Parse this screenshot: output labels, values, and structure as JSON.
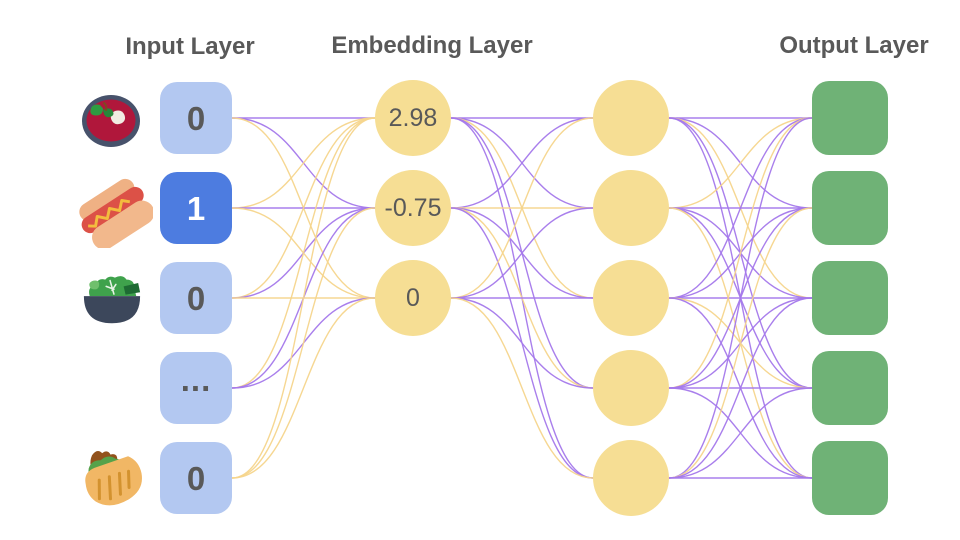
{
  "diagram": {
    "input": {
      "title": "Input Layer",
      "nodes": [
        {
          "label": "0",
          "icon": "borscht-icon",
          "active": false
        },
        {
          "label": "1",
          "icon": "hotdog-icon",
          "active": true
        },
        {
          "label": "0",
          "icon": "salad-icon",
          "active": false
        },
        {
          "label": "...",
          "icon": null,
          "active": false
        },
        {
          "label": "0",
          "icon": "pita-icon",
          "active": false
        }
      ]
    },
    "embedding": {
      "title": "Embedding Layer",
      "nodes": [
        {
          "label": "2.98"
        },
        {
          "label": "-0.75"
        },
        {
          "label": "0"
        }
      ]
    },
    "hidden": {
      "node_count": 5
    },
    "output": {
      "title": "Output Layer",
      "node_count": 5
    },
    "edges": {
      "input_to_embedding": [
        [
          "p",
          "p",
          "y"
        ],
        [
          "y",
          "p",
          "y"
        ],
        [
          "y",
          "p",
          "y"
        ],
        [
          "y",
          "p",
          "p"
        ],
        [
          "y",
          "y",
          "y"
        ]
      ],
      "embedding_to_hidden": [
        [
          "p",
          "p",
          "y",
          "p",
          "p"
        ],
        [
          "p",
          "y",
          "p",
          "y",
          "p"
        ],
        [
          "y",
          "p",
          "p",
          "p",
          "y"
        ]
      ],
      "hidden_to_output": [
        [
          "p",
          "p",
          "y",
          "p",
          "p"
        ],
        [
          "y",
          "p",
          "p",
          "p",
          "y"
        ],
        [
          "p",
          "p",
          "p",
          "y",
          "p"
        ],
        [
          "y",
          "p",
          "p",
          "p",
          "p"
        ],
        [
          "p",
          "y",
          "p",
          "p",
          "p"
        ]
      ]
    },
    "colors": {
      "edge_purple": "#A478EB",
      "edge_yellow": "#F6D58C",
      "node_blue_inactive": "#B3C8F1",
      "node_blue_active": "#4D7CE0",
      "node_yellow": "#F6DE94",
      "node_green": "#6FB276",
      "text_dark": "#595959",
      "text_on_active": "#FFFFFF"
    }
  }
}
